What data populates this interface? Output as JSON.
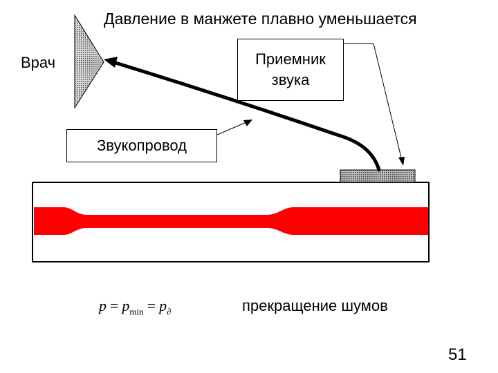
{
  "title": "Давление в манжете плавно уменьшается",
  "labels": {
    "doctor": "Врач",
    "receiver_line1": "Приемник",
    "receiver_line2": "звука",
    "conduit": "Звукопровод"
  },
  "formula": {
    "p": "p",
    "eq1": "=",
    "p_min": "p",
    "min_sub": "min",
    "eq2": "=",
    "p_d": "p",
    "d_sub": "∂"
  },
  "noise_stop": "прекращение шумов",
  "page_number": "51",
  "colors": {
    "artery": "#ff0000",
    "sensor": "#888888",
    "stroke": "#000000"
  }
}
